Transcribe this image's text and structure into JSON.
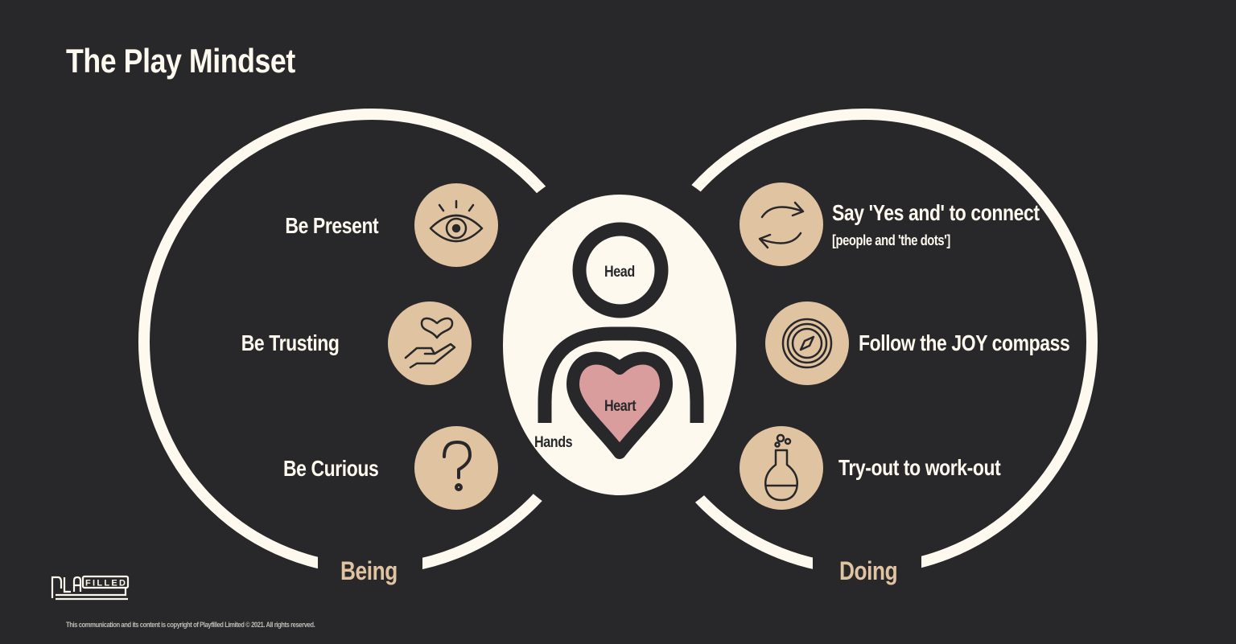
{
  "title": "The Play Mindset",
  "being": {
    "label": "Being",
    "items": [
      {
        "label": "Be Present",
        "icon": "eye-icon"
      },
      {
        "label": "Be Trusting",
        "icon": "hand-heart-icon"
      },
      {
        "label": "Be Curious",
        "icon": "question-mark-icon"
      }
    ]
  },
  "doing": {
    "label": "Doing",
    "items": [
      {
        "label": "Say 'Yes and' to connect",
        "sublabel": "[people and 'the dots']",
        "icon": "cycle-arrows-icon"
      },
      {
        "label": "Follow the JOY compass",
        "icon": "compass-icon"
      },
      {
        "label": "Try-out to work-out",
        "icon": "flask-icon"
      }
    ]
  },
  "center": {
    "head": "Head",
    "heart": "Heart",
    "hands": "Hands"
  },
  "logo": "PLAYFILLED",
  "footer": "This communication and its content is copyright of Playfilled Limited © 2021. All rights reserved.",
  "colors": {
    "background": "#28282a",
    "cream": "#fdf9ef",
    "tan": "#e0c3a0",
    "heart": "#d99d9e"
  }
}
